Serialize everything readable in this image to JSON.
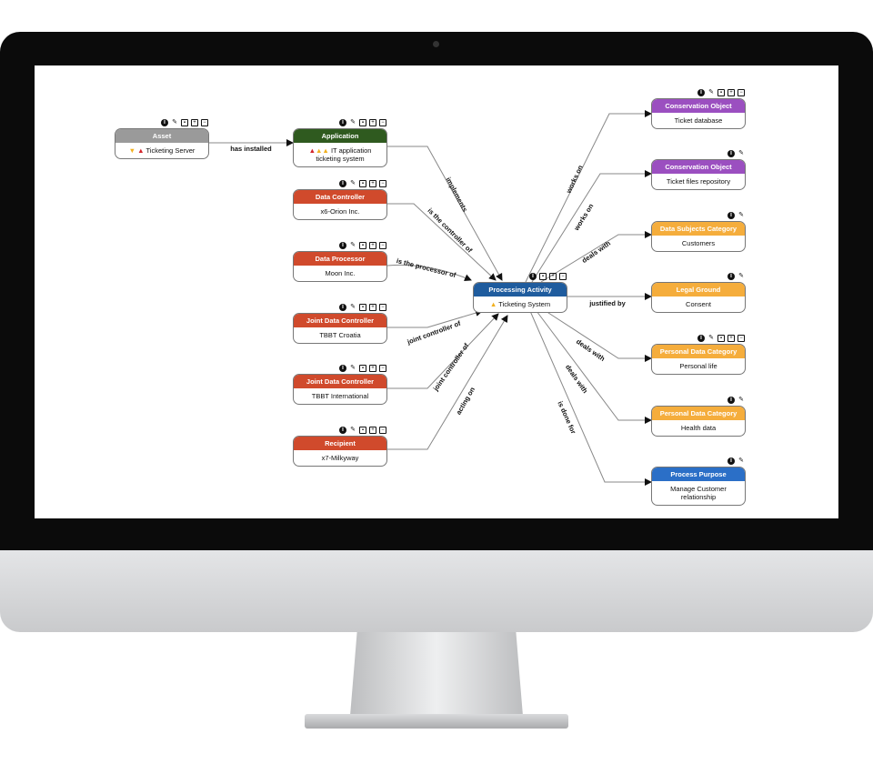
{
  "colors": {
    "asset": "#9a9a9a",
    "application": "#2f5a1f",
    "controller": "#d04a2c",
    "activity": "#1f5c9e",
    "conservation": "#9b4fc0",
    "category": "#f5ad3c",
    "purpose": "#2b6fc7"
  },
  "nodes": {
    "asset": {
      "title": "Asset",
      "body": "Ticketing Server"
    },
    "application": {
      "title": "Application",
      "body": "IT application ticketing system"
    },
    "data_controller": {
      "title": "Data Controller",
      "body": "x6-Orion Inc."
    },
    "data_processor": {
      "title": "Data Processor",
      "body": "Moon Inc."
    },
    "joint1": {
      "title": "Joint Data Controller",
      "body": "TBBT Croatia"
    },
    "joint2": {
      "title": "Joint Data Controller",
      "body": "TBBT International"
    },
    "recipient": {
      "title": "Recipient",
      "body": "x7-Milkyway"
    },
    "activity": {
      "title": "Processing Activity",
      "body": "Ticketing System"
    },
    "cons1": {
      "title": "Conservation Object",
      "body": "Ticket database"
    },
    "cons2": {
      "title": "Conservation Object",
      "body": "Ticket files repository"
    },
    "dsc": {
      "title": "Data Subjects Category",
      "body": "Customers"
    },
    "legal": {
      "title": "Legal Ground",
      "body": "Consent"
    },
    "pdc1": {
      "title": "Personal Data Category",
      "body": "Personal life"
    },
    "pdc2": {
      "title": "Personal Data Category",
      "body": "Health data"
    },
    "purpose": {
      "title": "Process Purpose",
      "body": "Manage Customer relationship"
    }
  },
  "edges": [
    "has installed",
    "implements",
    "is the controller of",
    "is the processor of",
    "joint controller of",
    "joint controller of",
    "acting on",
    "works on",
    "works on",
    "deals with",
    "justified by",
    "deals with",
    "deals with",
    "is done for"
  ]
}
